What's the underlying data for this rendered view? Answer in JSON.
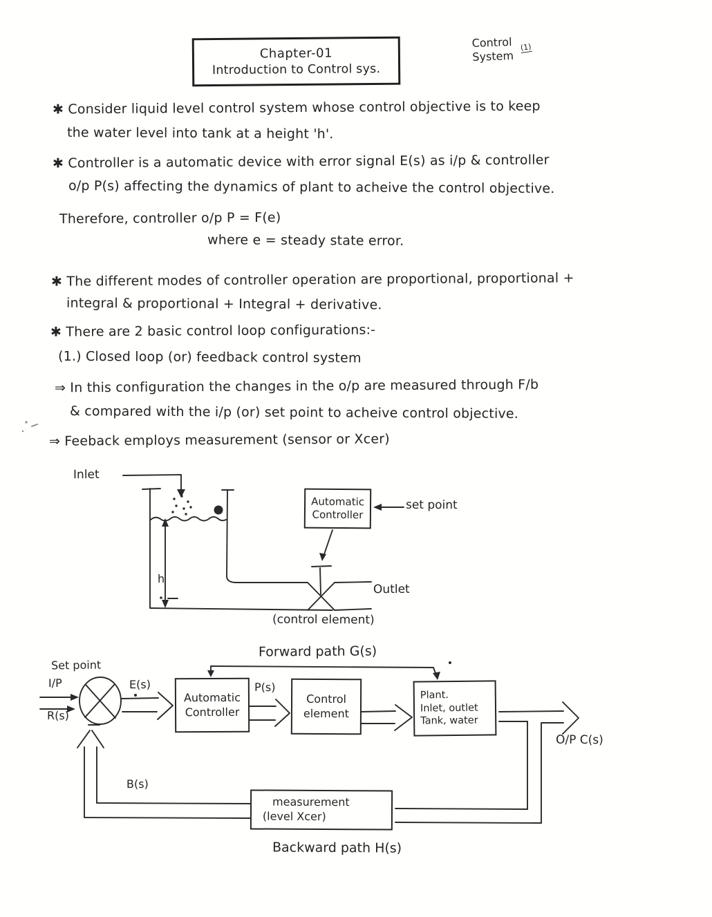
{
  "ink_color": "#242424",
  "header": {
    "chapter": "Chapter-01",
    "title": "Introduction to Control sys.",
    "corner_line1": "Control",
    "corner_line2": "System",
    "corner_page": "(1)"
  },
  "notes": [
    "✱ Consider liquid level control system whose control objective is to keep",
    "the water level into tank at a height 'h'.",
    "✱ Controller is a automatic device with error signal E(s) as i/p & controller",
    "o/p P(s) affecting the dynamics of plant to acheive the control objective.",
    "Therefore, controller o/p  P = F(e)",
    "where  e = steady state error.",
    "✱ The different modes of controller operation are proportional, proportional +",
    "integral & proportional + Integral + derivative.",
    "✱ There are 2 basic control loop configurations:-",
    "(1.) Closed loop (or) feedback control system",
    "⇒ In this configuration the changes in the o/p are measured through F/b",
    "& compared with the i/p (or) set point to acheive control objective.",
    "⇒ Feeback employs measurement (sensor or Xcer)"
  ],
  "tank_diagram": {
    "inlet": "Inlet",
    "controller": {
      "line1": "Automatic",
      "line2": "Controller"
    },
    "set_point": "set point",
    "outlet": "Outlet",
    "height_label": "h",
    "caption": "(control element)"
  },
  "block_diagram": {
    "set_point": "Set point",
    "input_label": "I/P",
    "r_s": "R(s)",
    "e_s": "E(s)",
    "p_s": "P(s)",
    "b_s": "B(s)",
    "forward_path": "Forward path G(s)",
    "backward_path": "Backward path H(s)",
    "output_label": "O/P C(s)",
    "controller": {
      "line1": "Automatic",
      "line2": "Controller"
    },
    "control_element": {
      "line1": "Control",
      "line2": "element"
    },
    "plant": {
      "line1": "Plant.",
      "line2": "Inlet, outlet",
      "line3": "Tank, water"
    },
    "measurement": {
      "line1": "measurement",
      "line2": "(level Xcer)"
    }
  }
}
